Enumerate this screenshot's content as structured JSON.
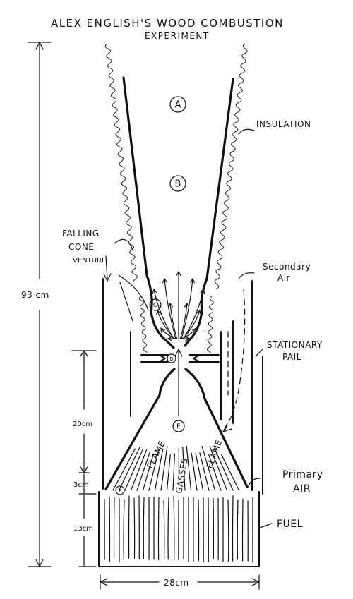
{
  "title": "ALEX ENGLISH'S WOOD COMBUSTION",
  "subtitle": "EXPERIMENT",
  "labels": {
    "insulation": "INSULATION",
    "falling_cone_1": "FALLING",
    "falling_cone_2": "CONE",
    "venturi": "VENTURI",
    "secondary_air_1": "Secondary",
    "secondary_air_2": "Air",
    "stationary_pail_1": "STATIONARY",
    "stationary_pail_2": "PAIL",
    "primary_air_1": "Primary",
    "primary_air_2": "AIR",
    "fuel": "FUEL",
    "flame_left": "FLAME",
    "flame_right": "FLAME",
    "gasses": "GASSES"
  },
  "points": {
    "a": "A",
    "b": "B",
    "c": "C",
    "d": "D",
    "e": "E",
    "f": "F"
  },
  "dimensions": {
    "total_height": "93 cm",
    "cone_height": "20cm",
    "gap_height": "3cm",
    "fuel_height": "13cm",
    "width": "28cm"
  }
}
